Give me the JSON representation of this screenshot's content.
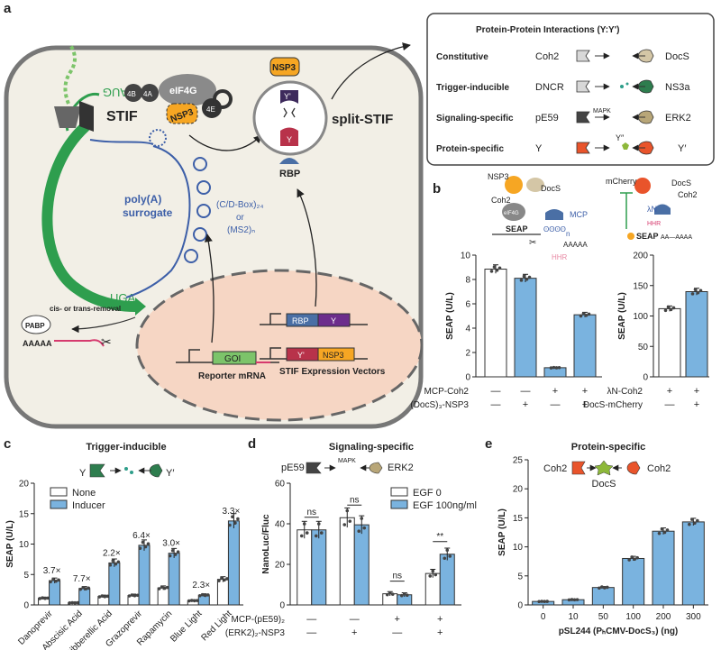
{
  "panel_letters": {
    "a": "a",
    "b": "b",
    "c": "c",
    "d": "d",
    "e": "e"
  },
  "panel_a": {
    "aug": "AUG",
    "uga": "UGA",
    "stif": "STIF",
    "split_stif": "split-STIF",
    "eif4g": "eIF4G",
    "nsp3": "NSP3",
    "nsp3_top": "NSP3",
    "f4b_1": "4B",
    "f4a": "4A",
    "f4e": "4E",
    "y_prime": "Y'",
    "y": "Y",
    "rbp": "RBP",
    "polya_line1": "poly(A)",
    "polya_line2": "surrogate",
    "cdbox_line1": "(C/D-Box)₂₄",
    "cdbox_line2": "or",
    "cdbox_line3": "(MS2)ₙ",
    "removal": "cis- or trans-removal",
    "pabp": "PABP",
    "aaaaa": "AAAAA",
    "goi": "GOI",
    "reporter": "Reporter mRNA",
    "vec_rbp": "RBP",
    "vec_y": "Y",
    "vec_yp": "Y'",
    "vec_nsp3": "NSP3",
    "stif_vectors": "STIF Expression Vectors",
    "ppi": {
      "title": "Protein-Protein Interactions (Y:Y')",
      "rows": [
        {
          "label": "Constitutive",
          "left": "Coh2",
          "right": "DocS"
        },
        {
          "label": "Trigger-inducible",
          "left": "DNCR",
          "right": "NS3a"
        },
        {
          "label": "Signaling-specific",
          "left": "pE59",
          "mid": "MAPK",
          "right": "ERK2"
        },
        {
          "label": "Protein-specific",
          "left": "Y",
          "mid": "Y″",
          "right": "Y′"
        }
      ]
    }
  },
  "panel_b_diagram": {
    "nsp3": "NSP3",
    "docs": "DocS",
    "coh2": "Coh2",
    "eif4g": "eIF4G",
    "mcp": "MCP",
    "seap": "SEAP",
    "aaaaa": "AAAAA",
    "n": "n",
    "hhr": "HHR",
    "mcherry": "mCherry",
    "docs2": "DocS",
    "coh2b": "Coh2",
    "lambda": "λN",
    "hhr2": "HHR",
    "seap2": "SEAP",
    "aa": "AA—AAAA"
  },
  "colors": {
    "bar_inducer": "#7ab3df",
    "bar_none": "#ffffff",
    "outline": "#333333",
    "cell_fill": "#f2efe6",
    "nucleus_fill": "#f6d6c4",
    "green": "#2e9e4e",
    "blue_text": "#3d5fa8",
    "orange": "#f6a623",
    "ppi_orange": "#e9542b",
    "star_green": "#8db83a"
  },
  "chart_data": [
    {
      "panel": "b-left",
      "type": "bar",
      "ylabel": "SEAP (U/L)",
      "ylim": [
        0,
        10
      ],
      "yticks": [
        0,
        2,
        4,
        6,
        8,
        10
      ],
      "values": [
        8.85,
        8.1,
        0.75,
        5.1
      ],
      "fills": [
        "none",
        "inducer",
        "inducer",
        "inducer"
      ],
      "row_labels": [
        "MCP-Coh2",
        "(DocS)₃-NSP3"
      ],
      "rows": [
        [
          "—",
          "—",
          "+",
          "+"
        ],
        [
          "—",
          "+",
          "—",
          "+"
        ]
      ]
    },
    {
      "panel": "b-right",
      "type": "bar",
      "ylabel": "SEAP (U/L)",
      "ylim": [
        0,
        200
      ],
      "yticks": [
        0,
        50,
        100,
        150,
        200
      ],
      "values": [
        112,
        140
      ],
      "fills": [
        "none",
        "inducer"
      ],
      "row_labels": [
        "λN-Coh2",
        "DocS-mCherry"
      ],
      "rows": [
        [
          "+",
          "+"
        ],
        [
          "—",
          "+"
        ]
      ]
    },
    {
      "panel": "c",
      "title": "Trigger-inducible",
      "type": "bar",
      "ylabel": "SEAP (U/L)",
      "ylim": [
        0,
        20
      ],
      "yticks": [
        0,
        5,
        10,
        15,
        20
      ],
      "categories": [
        "Danoprevir",
        "Abscisic Acid",
        "Gibberellic Acid",
        "Grazoprevir",
        "Rapamycin",
        "Blue Light",
        "Red Light"
      ],
      "series": [
        {
          "name": "None",
          "values": [
            1.1,
            0.35,
            1.4,
            1.55,
            2.8,
            0.7,
            4.2
          ]
        },
        {
          "name": "Inducer",
          "values": [
            4.0,
            2.7,
            6.9,
            9.8,
            8.5,
            1.6,
            13.8
          ]
        }
      ],
      "annotations": [
        "3.7×",
        "7.7×",
        "2.2×",
        "6.4×",
        "3.0×",
        "2.3×",
        "3.3×"
      ],
      "diagram": {
        "y": "Y",
        "yp": "Y′"
      }
    },
    {
      "panel": "d",
      "title": "Signaling-specific",
      "type": "bar",
      "ylabel": "NanoLuc/Fluc",
      "ylim": [
        0,
        60
      ],
      "yticks": [
        0,
        20,
        40,
        60
      ],
      "series": [
        {
          "name": "EGF 0",
          "values": [
            37,
            43,
            5.5,
            15.5
          ]
        },
        {
          "name": "EGF 100ng/ml",
          "values": [
            37,
            39.5,
            5.0,
            25
          ]
        }
      ],
      "significance": [
        "ns",
        "ns",
        "ns",
        "**"
      ],
      "row_labels": [
        "MCP-(pE59)₂",
        "(ERK2)₂-NSP3"
      ],
      "rows": [
        [
          "—",
          "—",
          "+",
          "+"
        ],
        [
          "—",
          "+",
          "—",
          "+"
        ]
      ],
      "diagram": {
        "left": "pE59",
        "mid": "MAPK",
        "right": "ERK2"
      }
    },
    {
      "panel": "e",
      "title": "Protein-specific",
      "type": "bar",
      "ylabel": "SEAP (U/L)",
      "xlabel": "pSL244 (PₕCMV-DocS₃) (ng)",
      "ylim": [
        0,
        25
      ],
      "yticks": [
        0,
        5,
        10,
        15,
        20,
        25
      ],
      "categories": [
        "0",
        "10",
        "50",
        "100",
        "200",
        "300"
      ],
      "values": [
        0.6,
        0.9,
        3.0,
        8.0,
        12.7,
        14.3
      ],
      "diagram": {
        "left": "Coh2",
        "mid": "DocS",
        "right": "Coh2"
      }
    }
  ]
}
